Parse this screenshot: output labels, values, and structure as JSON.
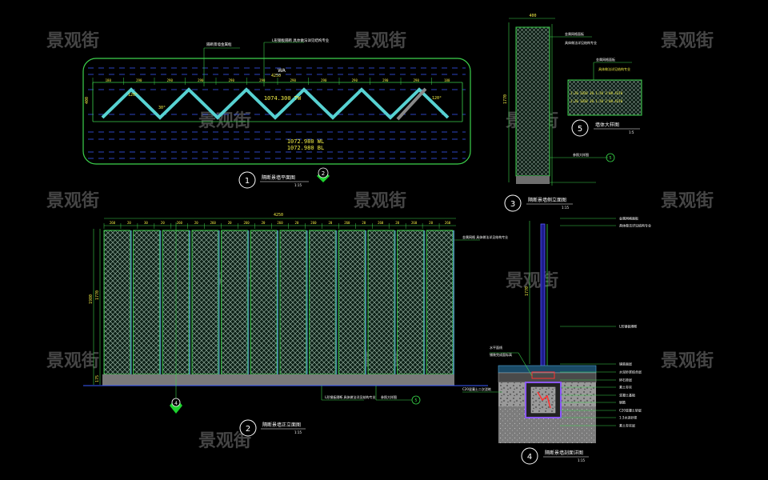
{
  "drawing": {
    "watermark": "景观街",
    "views": [
      {
        "num": "1",
        "title": "隔断景墙平面图",
        "sub": "1:15"
      },
      {
        "num": "2",
        "title": "隔断景墙正立面图",
        "sub": "1:15"
      },
      {
        "num": "3",
        "title": "隔断景墙侧立面图",
        "sub": "1:15"
      },
      {
        "num": "4",
        "title": "隔断景墙剖面详图",
        "sub": "1:15"
      },
      {
        "num": "5",
        "title": "墙体大样图",
        "sub": "1:5"
      }
    ],
    "plan": {
      "dims_top": [
        "180",
        "290",
        "290",
        "290",
        "290",
        "290",
        "290",
        "290",
        "290",
        "290",
        "290",
        "180"
      ],
      "total": "4250",
      "depth": "400",
      "wa_label": "WA",
      "angle1": "120°",
      "angle2": "30°",
      "elev_tw": "1074.300 TW",
      "elev_wl": "1072.980 WL",
      "elev_bl": "1072.980 BL",
      "callout_left": "隔断景墙金属框",
      "callout_mid": "L形钢板隔断\n具体做法详见结构专业",
      "section_tag": "2"
    },
    "front": {
      "dims_top": [
        "260",
        "20",
        "30",
        "20",
        "260",
        "20",
        "260",
        "20",
        "260",
        "20",
        "260",
        "20",
        "260",
        "20",
        "260",
        "20",
        "260",
        "20",
        "260",
        "20",
        "260"
      ],
      "total": "4250",
      "height_left": "1980",
      "height_inner": "1770",
      "base": "175",
      "callout_right": "金属网格\n具体做法详见结构专业",
      "callout_b1": "L形钢板隔断\n具体做法详见结构专业",
      "callout_b2": "参照大样图",
      "section_tag": "4",
      "detail_tag": "5"
    },
    "side": {
      "dim_top": "400",
      "height": "1770",
      "callout1": "金属网格面板",
      "callout2": "具体做法详见结构专业",
      "callout3": "参照大样图"
    },
    "detail5": {
      "callout1": "金属网格面板",
      "callout2": "具体做法详见结构专业",
      "rows": [
        "1:20 2828 10 1:20 3:00 4210",
        "1:20 3828 10 1:20 2:00 4210"
      ]
    },
    "section": {
      "labels_right": [
        "金属网格面板",
        "具体做法详见结构专业",
        "L形钢板隔断",
        "铺装面层",
        "水泥砂浆结合层",
        "碎石垫层",
        "素土夯实",
        "混凝土基础",
        "钢筋",
        "C20混凝土垫层",
        "1:3水泥砂浆",
        "素土夯实层"
      ],
      "labels_left": [
        "水平面线",
        "铺装完成面标高",
        "C20混凝土二次浇筑"
      ],
      "dim": "1770"
    }
  }
}
